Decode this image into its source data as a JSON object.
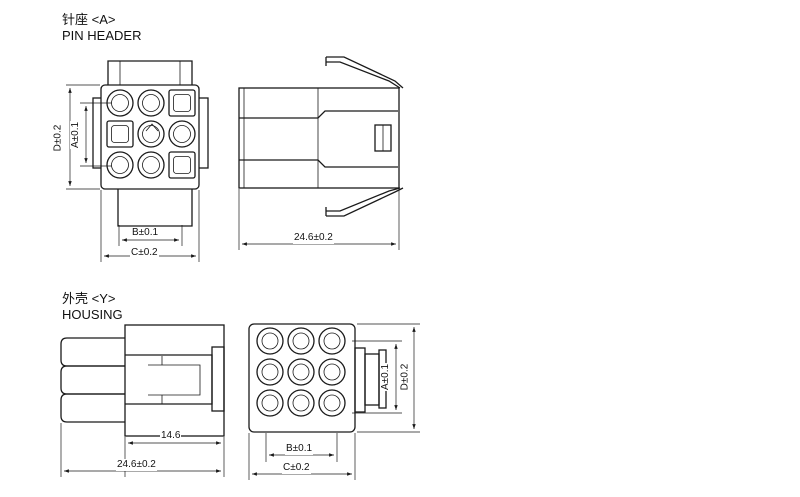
{
  "pin_header": {
    "title_cn": "针座 <A>",
    "title_en": "PIN HEADER",
    "dim_a": "A±0.1",
    "dim_b": "B±0.1",
    "dim_c": "C±0.2",
    "dim_d": "D±0.2",
    "dim_length": "24.6±0.2"
  },
  "housing": {
    "title_cn": "外壳 <Y>",
    "title_en": "HOUSING",
    "dim_inner": "14.6",
    "dim_length": "24.6±0.2",
    "dim_a": "A±0.1",
    "dim_b": "B±0.1",
    "dim_c": "C±0.2",
    "dim_d": "D±0.2"
  },
  "grid": {
    "rows": 3,
    "cols": 3,
    "pin_header_cavities": [
      [
        "round",
        "round",
        "square"
      ],
      [
        "square",
        "round",
        "round"
      ],
      [
        "round",
        "round",
        "square"
      ]
    ],
    "housing_cavities": [
      [
        "round",
        "round",
        "round"
      ],
      [
        "round",
        "round",
        "round"
      ],
      [
        "round",
        "round",
        "round"
      ]
    ]
  }
}
